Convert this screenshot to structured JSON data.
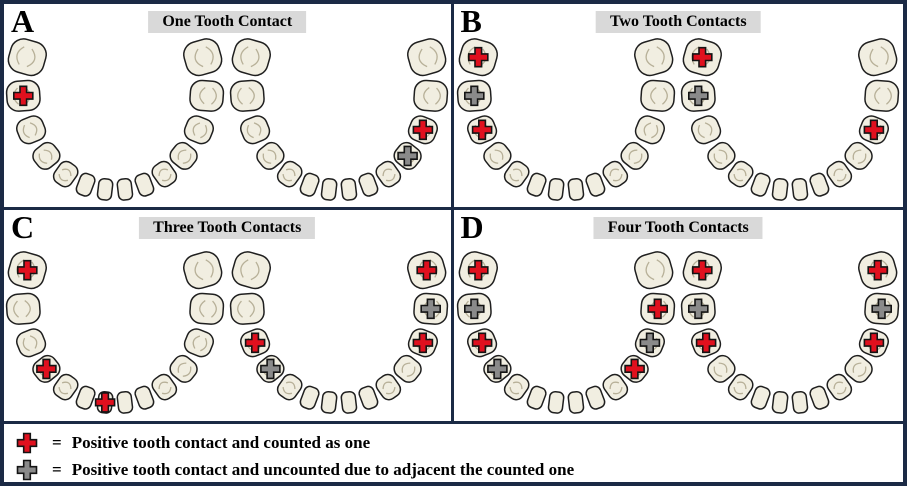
{
  "colors": {
    "red": "#e0101e",
    "gray": "#8a8a8a",
    "border": "#1b2a45",
    "title_bg": "#d9d9d9",
    "tooth_fill": "#f1eee1",
    "tooth_stroke": "#1f1f1f"
  },
  "panels": [
    {
      "letter": "A",
      "title": "One Tooth Contact",
      "arches": [
        {
          "position": "left",
          "crosses": [
            {
              "tooth": 1,
              "color": "red"
            }
          ]
        },
        {
          "position": "right",
          "crosses": [
            {
              "tooth": 11,
              "color": "red"
            },
            {
              "tooth": 10,
              "color": "gray"
            }
          ]
        }
      ]
    },
    {
      "letter": "B",
      "title": "Two Tooth Contacts",
      "arches": [
        {
          "position": "left",
          "crosses": [
            {
              "tooth": 0,
              "color": "red"
            },
            {
              "tooth": 1,
              "color": "gray"
            },
            {
              "tooth": 2,
              "color": "red"
            }
          ]
        },
        {
          "position": "right",
          "crosses": [
            {
              "tooth": 0,
              "color": "red"
            },
            {
              "tooth": 1,
              "color": "gray"
            },
            {
              "tooth": 11,
              "color": "red"
            }
          ]
        }
      ]
    },
    {
      "letter": "C",
      "title": "Three Tooth Contacts",
      "arches": [
        {
          "position": "left",
          "crosses": [
            {
              "tooth": 0,
              "color": "red"
            },
            {
              "tooth": 3,
              "color": "red"
            },
            {
              "tooth": 6,
              "color": "red"
            }
          ]
        },
        {
          "position": "right",
          "crosses": [
            {
              "tooth": 2,
              "color": "red"
            },
            {
              "tooth": 3,
              "color": "gray"
            },
            {
              "tooth": 13,
              "color": "red"
            },
            {
              "tooth": 12,
              "color": "gray"
            },
            {
              "tooth": 11,
              "color": "red"
            }
          ]
        }
      ]
    },
    {
      "letter": "D",
      "title": "Four Tooth Contacts",
      "arches": [
        {
          "position": "left",
          "crosses": [
            {
              "tooth": 0,
              "color": "red"
            },
            {
              "tooth": 1,
              "color": "gray"
            },
            {
              "tooth": 2,
              "color": "red"
            },
            {
              "tooth": 3,
              "color": "gray"
            },
            {
              "tooth": 12,
              "color": "red"
            },
            {
              "tooth": 11,
              "color": "gray"
            },
            {
              "tooth": 10,
              "color": "red"
            }
          ]
        },
        {
          "position": "right",
          "crosses": [
            {
              "tooth": 0,
              "color": "red"
            },
            {
              "tooth": 1,
              "color": "gray"
            },
            {
              "tooth": 2,
              "color": "red"
            },
            {
              "tooth": 13,
              "color": "red"
            },
            {
              "tooth": 12,
              "color": "gray"
            },
            {
              "tooth": 11,
              "color": "red"
            }
          ]
        }
      ]
    }
  ],
  "legend": {
    "items": [
      {
        "symbol": "red-cross",
        "color": "red",
        "eq": "=",
        "text": "Positive tooth contact and counted as one"
      },
      {
        "symbol": "gray-cross",
        "color": "gray",
        "eq": "=",
        "text": "Positive tooth contact and uncounted due to adjacent the counted one"
      }
    ]
  }
}
